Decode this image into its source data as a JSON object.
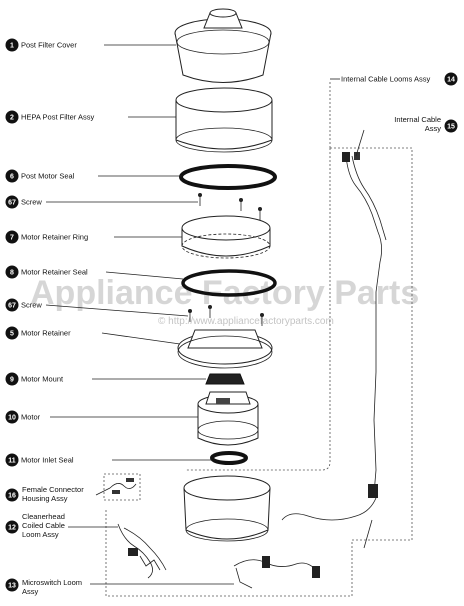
{
  "parts": [
    {
      "num": "1",
      "label": "Post Filter Cover"
    },
    {
      "num": "2",
      "label": "HEPA Post Filter Assy"
    },
    {
      "num": "6",
      "label": "Post Motor Seal"
    },
    {
      "num": "67",
      "label": "Screw"
    },
    {
      "num": "7",
      "label": "Motor Retainer Ring"
    },
    {
      "num": "8",
      "label": "Motor Retainer Seal"
    },
    {
      "num": "67",
      "label": "Screw"
    },
    {
      "num": "5",
      "label": "Motor Retainer"
    },
    {
      "num": "9",
      "label": "Motor Mount"
    },
    {
      "num": "10",
      "label": "Motor"
    },
    {
      "num": "11",
      "label": "Motor Inlet Seal"
    },
    {
      "num": "16",
      "label": "Female Connector",
      "label2": "Housing Assy"
    },
    {
      "num": "12",
      "label": "Cleanerhead",
      "label2": "Coiled Cable",
      "label3": "Loom Assy"
    },
    {
      "num": "13",
      "label": "Microswitch Loom",
      "label2": "Assy"
    }
  ],
  "right_parts": [
    {
      "num": "14",
      "label": "Internal Cable Looms Assy"
    },
    {
      "num": "15",
      "label": "Internal Cable",
      "label2": "Assy"
    }
  ],
  "watermark": {
    "title": "Appliance Factory Parts",
    "url": "© http://www.appliancefactoryparts.com"
  }
}
